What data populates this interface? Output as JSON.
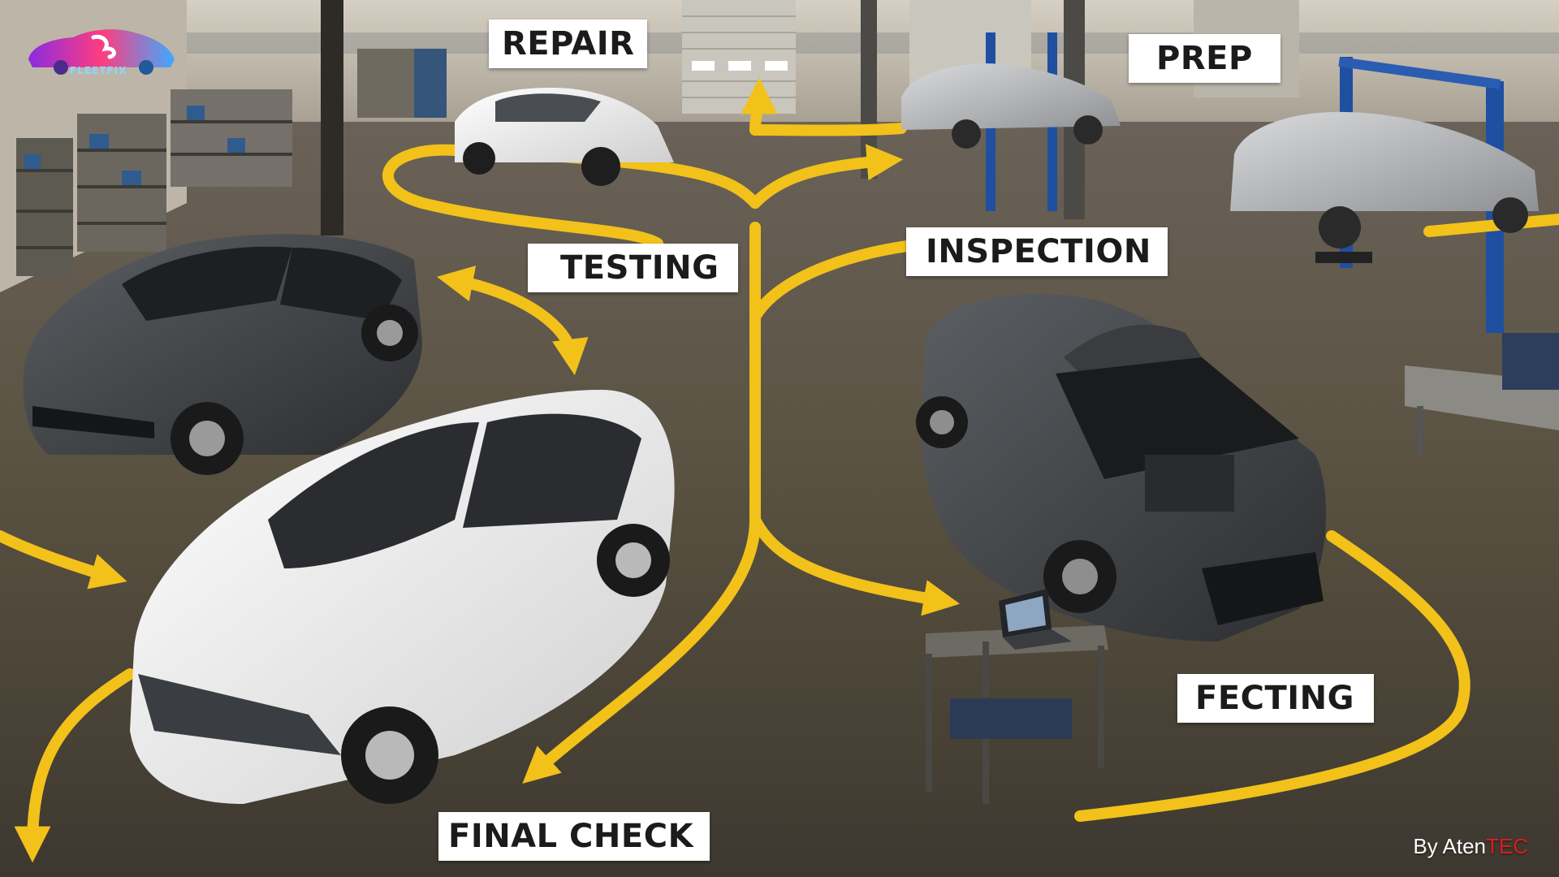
{
  "brand": {
    "logo_text": "FLEETFIX",
    "logo_icon": "car-logo-icon",
    "logo_colors": [
      "#8a2be2",
      "#ff3d7f",
      "#3fa9ff"
    ]
  },
  "stages": {
    "repair": "REPAIR",
    "prep": "PREP",
    "testing": "TESTING",
    "inspection": "INSPECTION",
    "fecting": "FECTING",
    "final_check": "FINAL CHECK"
  },
  "credit": {
    "prefix": "By Aten",
    "accent": "TEC",
    "accent_color": "#d81f1f"
  },
  "colors": {
    "floor": "#5a5247",
    "path_line": "#f2c11a",
    "wall": "#cfc9bd",
    "lift_blue": "#1f4fa0"
  },
  "scene_icons": [
    "white-sedan-icon",
    "dark-sedan-icon",
    "silver-sedan-icon",
    "lift-icon",
    "laptop-cart-icon",
    "roller-door-icon",
    "shelving-icon"
  ]
}
